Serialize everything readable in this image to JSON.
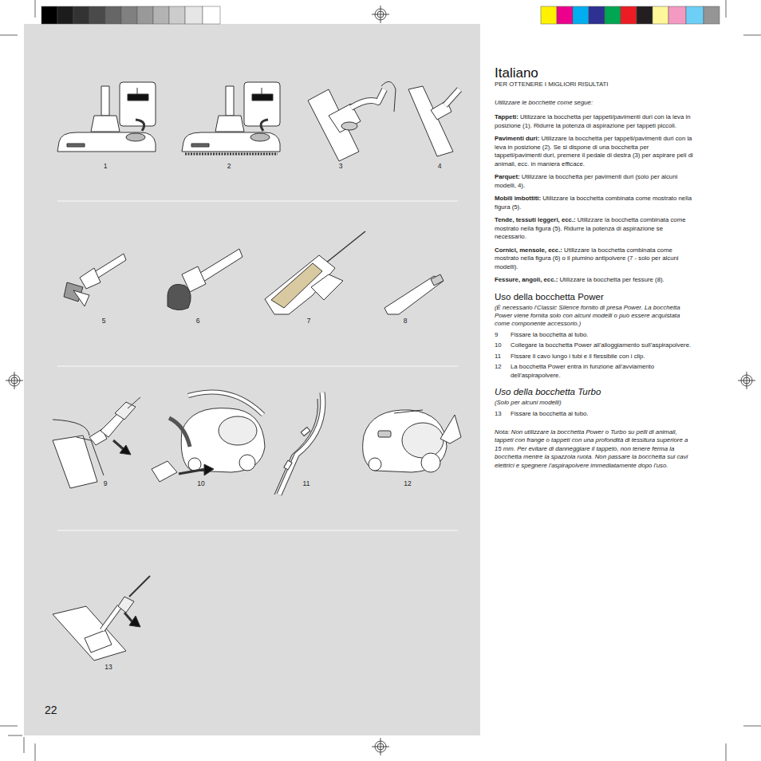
{
  "diagram": {
    "title": "Italiano",
    "labels": [
      "1",
      "2",
      "3",
      "4",
      "5",
      "6",
      "7",
      "8",
      "9",
      "10",
      "11",
      "12",
      "13",
      "22",
      "PER OTTENERE I MIGLIORI RISULTATI",
      "Utilizzare le bocchette come segue:",
      "Tappeti:",
      "Utilizzare la bocchetta per tappeti/pavimenti duri con la leva in posizione (1). Ridurre la potenza di aspirazione per tappeti piccoli.",
      "Pavimenti duri:",
      "Utilizzare la bocchetta per tappeti/pavimenti duri con la leva in posizione (2). Se si dispone di una bocchetta per tappeti/pavimenti duri, premere il pedale di destra (3) per aspirare peli di animali, ecc. in maniera efficace.",
      "Parquet:",
      "Utilizzare la bocchetta per pavimenti duri (solo per alcuni modelli, 4).",
      "Mobili imbottiti:",
      "Utilizzare la bocchetta combinata come mostrato nella figura (5).",
      "Tende, tessuti leggeri, ecc.:",
      "Utilizzare la bocchetta combinata come mostrato nella figura (5). Ridurre la potenza di aspirazione se necessario.",
      "Cornici, mensole, ecc.:",
      "Utilizzare la bocchetta combinata come mostrato nella figura (6) o il piumino antipolvere (7 - solo per alcuni modelli).",
      "Fessure, angoli, ecc.:",
      "Utilizzare la bocchetta per fessure (8).",
      "Uso della bocchetta Power",
      "(È necessario l'Classic Silence fornito di presa Power. La bocchetta Power viene fornita solo con alcuni modelli o può essere acquistata come componente accessorio.)",
      "9",
      "Fissare la bocchetta al tubo.",
      "10",
      "Collegare la bocchetta Power all'alloggiamento sull'aspirapolvere.",
      "11",
      "Fissare il cavo lungo i tubi e il flessibile con i clip.",
      "12",
      "La bocchetta Power entra in funzione all'avviamento dell'aspirapolvere.",
      "Uso della bocchetta Turbo",
      "(Solo per alcuni modelli)",
      "13",
      "Fissare la bocchetta al tubo.",
      "Nota: Non utilizzare la bocchetta Power o Turbo su pelli di animali, tappeti con frange o tappeti con una profondità di tessitura superiore a 15 mm. Per evitare di danneggiare il tappeto, non tenere ferma la bocchetta mentre la spazzola ruota. Non passare la bocchetta sui cavi elettrici e spegnere l'aspirapolvere immediatamente dopo l'uso."
    ]
  }
}
